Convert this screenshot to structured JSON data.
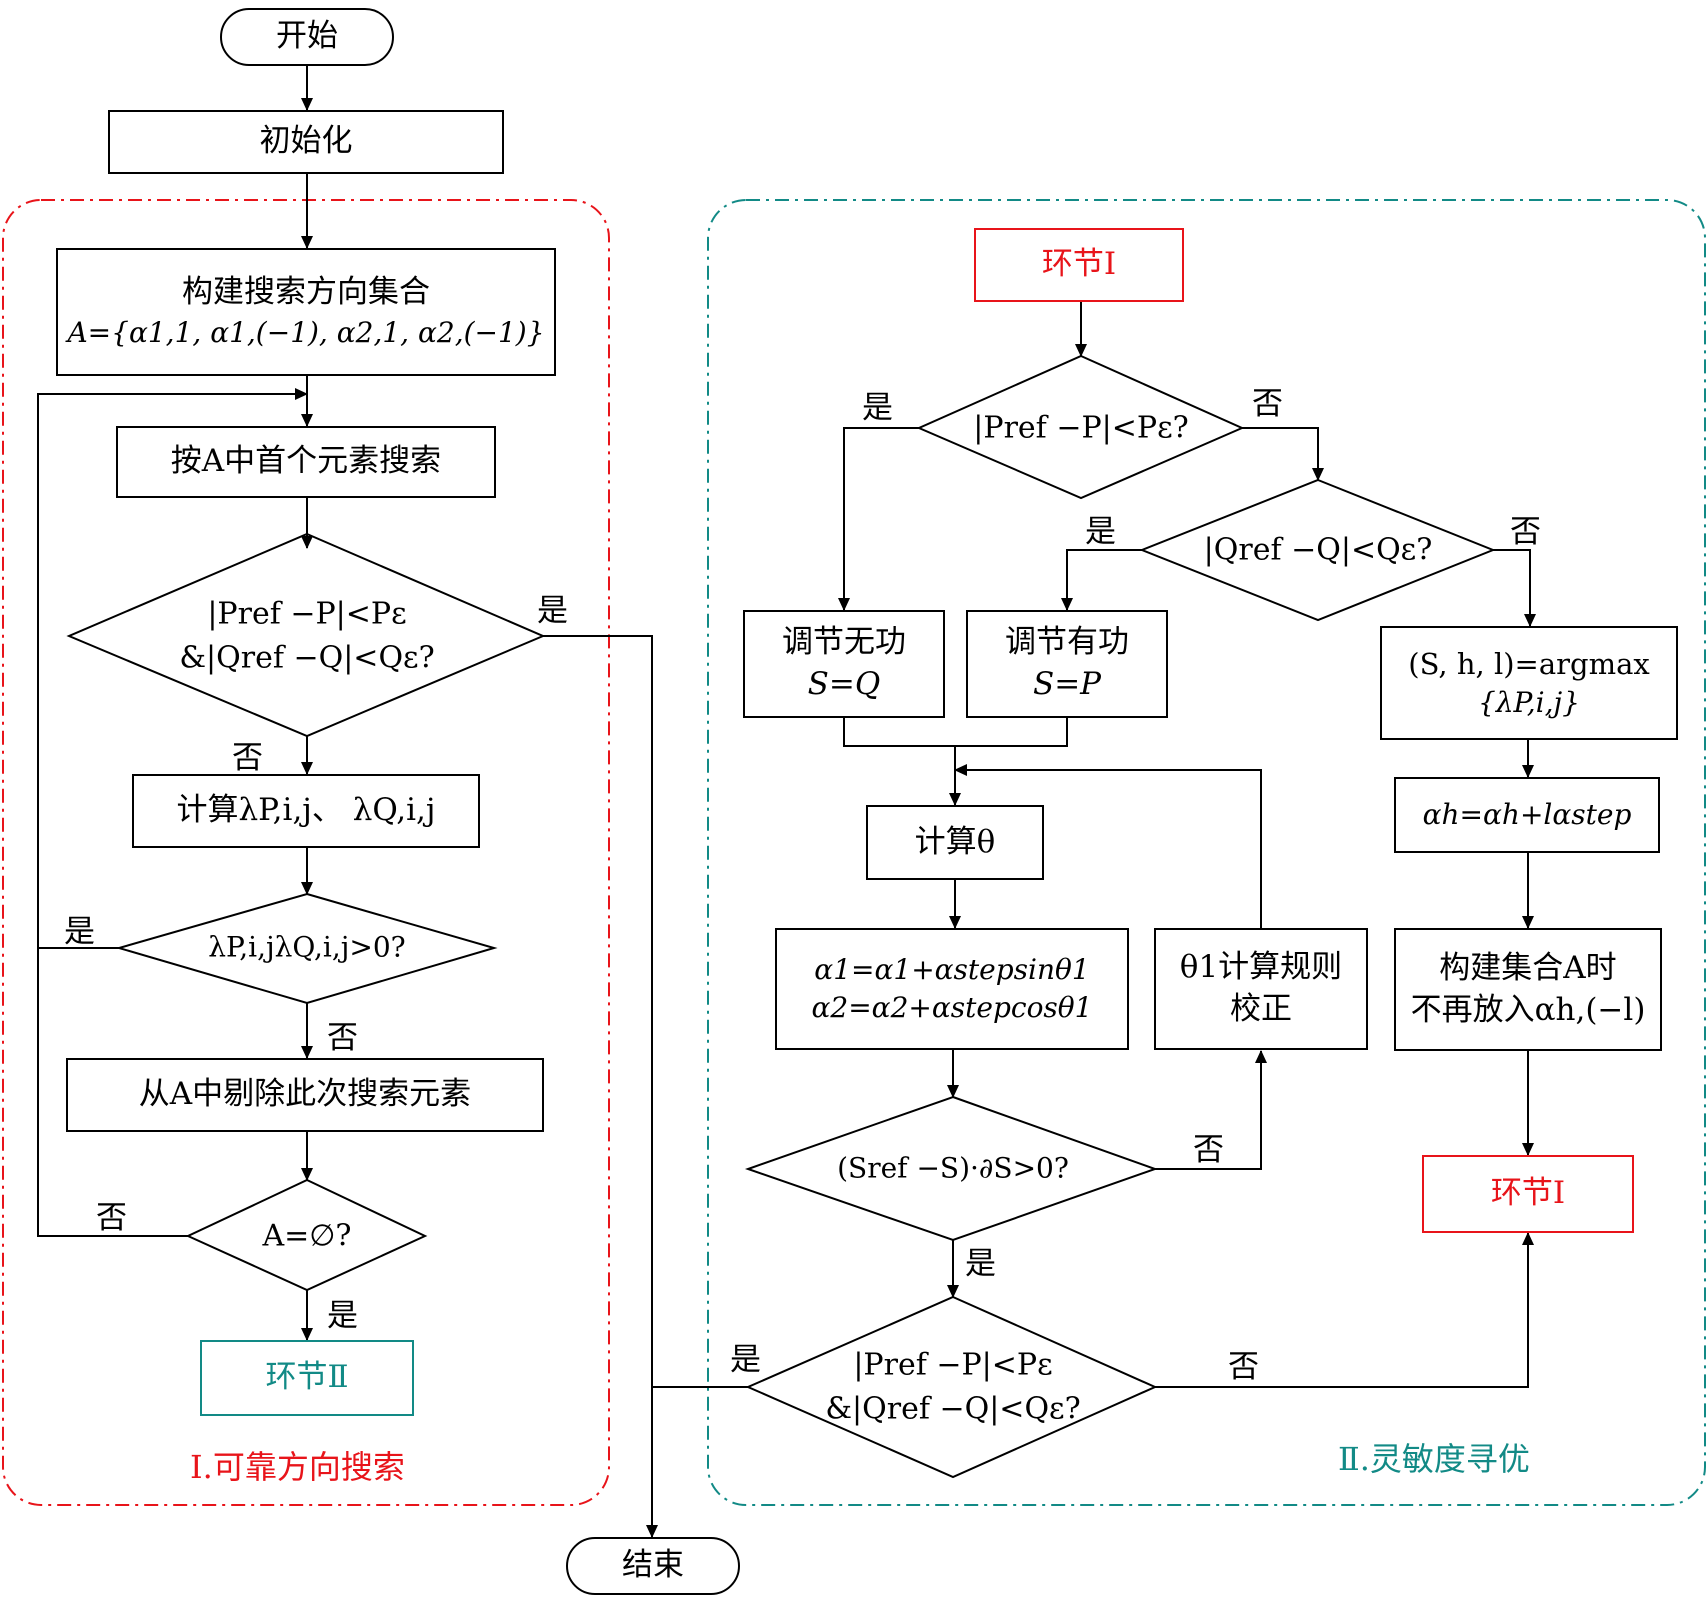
{
  "region1": {
    "caption": "Ⅰ.可靠方向搜索"
  },
  "region2": {
    "caption": "Ⅱ.灵敏度寻优"
  },
  "nodes": {
    "start": "开始",
    "init": "初始化",
    "build_set_line1": "构建搜索方向集合",
    "build_set_line2": "A={α1,1, α1,(−1), α2,1, α2,(−1)}",
    "search_first": "按A中首个元素搜索",
    "check_pq_line1": "|Pref −P|<Pε",
    "check_pq_line2": "&|Qref −Q|<Qε?",
    "calc_lambda": "计算λP,i,j、 λQ,i,j",
    "lambda_product": "λP,i,jλQ,i,j>0?",
    "remove_elem": "从A中剔除此次搜索元素",
    "set_empty": "A=∅?",
    "link2": "环节Ⅱ",
    "end": "结束",
    "link1_top": "环节Ⅰ",
    "p_check": "|Pref −P|<Pε?",
    "q_check": "|Qref −Q|<Qε?",
    "adj_q_line1": "调节无功",
    "adj_q_line2": "S=Q",
    "adj_p_line1": "调节有功",
    "adj_p_line2": "S=P",
    "argmax_line1": "(S, h, l)=argmax",
    "argmax_line2": "{λP,i,j}",
    "calc_theta": "计算θ",
    "update_alpha_line1": "α1=α1+αstepsinθ1",
    "update_alpha_line2": "α2=α2+αstepcosθ1",
    "correct_theta_line1": "θ1计算规则",
    "correct_theta_line2": "校正",
    "alpha_h": "αh=αh+lαstep",
    "no_readd_line1": "构建集合A时",
    "no_readd_line2": "不再放入αh,(−l)",
    "sign_check": "(Sref −S)·∂S>0?",
    "final_check_line1": "|Pref −P|<Pε",
    "final_check_line2": "&|Qref −Q|<Qε?",
    "link1_bottom": "环节Ⅰ"
  },
  "labels": {
    "yes": "是",
    "no": "否"
  },
  "colors": {
    "region1_border": "#e8141a",
    "region2_border": "#128a86",
    "link1_color": "#e8141a",
    "link2_color": "#128a86"
  }
}
